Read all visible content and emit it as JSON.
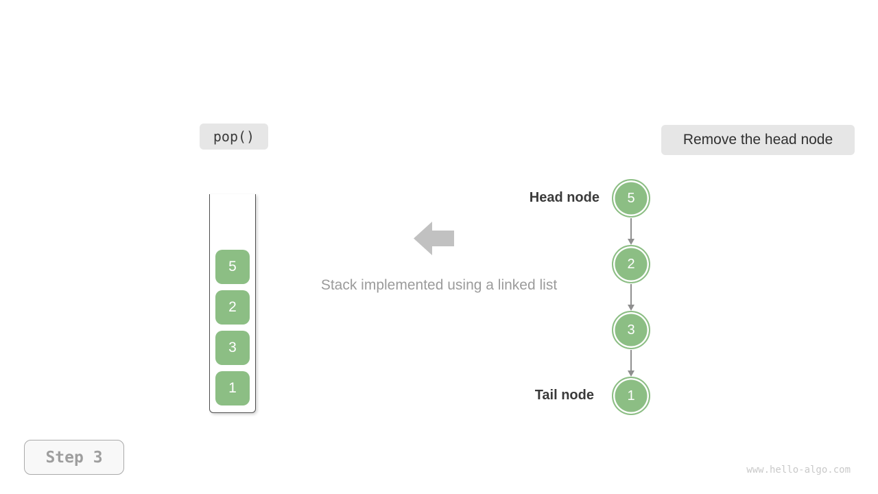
{
  "operation_badge": {
    "label": "pop()"
  },
  "action_badge": {
    "label": "Remove the head node"
  },
  "caption": {
    "text": "Stack implemented using a linked list"
  },
  "stack": {
    "items_top_to_bottom": [
      "5",
      "2",
      "3",
      "1"
    ]
  },
  "linked_list": {
    "head_label": "Head node",
    "tail_label": "Tail node",
    "nodes_head_to_tail": [
      "5",
      "2",
      "3",
      "1"
    ]
  },
  "step_badge": {
    "label": "Step 3"
  },
  "watermark": {
    "text": "www.hello-algo.com"
  },
  "colors": {
    "node_green": "#8cbe84",
    "badge_background": "#e6e6e6",
    "dark_text": "#3a3a3a",
    "caption_gray": "#9b9b9b",
    "connector_gray": "#8f8f8f",
    "block_arrow_gray": "#c1c1c1",
    "step_text_gray": "#9e9e9e",
    "watermark_gray": "#c9c9c9",
    "container_border": "#4d4d4d"
  }
}
